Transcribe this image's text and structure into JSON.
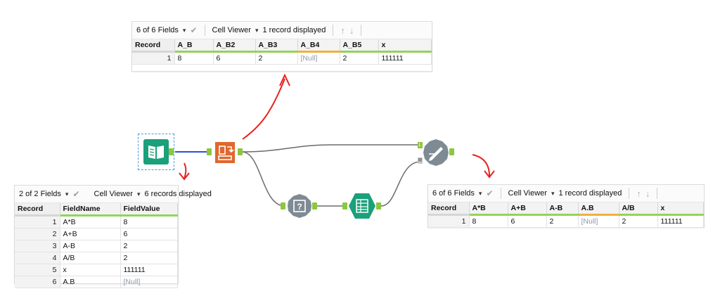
{
  "top_panel": {
    "fields_count": "6 of 6 Fields",
    "viewer_label": "Cell Viewer",
    "records_label": "1 record displayed",
    "columns": [
      "Record",
      "A_B",
      "A_B2",
      "A_B3",
      "A_B4",
      "A_B5",
      "x"
    ],
    "rows": [
      [
        "1",
        "8",
        "6",
        "2",
        "[Null]",
        "2",
        "111111"
      ]
    ]
  },
  "left_panel": {
    "fields_count": "2 of 2 Fields",
    "viewer_label": "Cell Viewer",
    "records_label": "6 records displayed",
    "columns": [
      "Record",
      "FieldName",
      "FieldValue"
    ],
    "rows": [
      [
        "1",
        "A*B",
        "8"
      ],
      [
        "2",
        "A+B",
        "6"
      ],
      [
        "3",
        "A-B",
        "2"
      ],
      [
        "4",
        "A/B",
        "2"
      ],
      [
        "5",
        "x",
        "111111"
      ],
      [
        "6",
        "A.B",
        "[Null]"
      ]
    ]
  },
  "right_panel": {
    "fields_count": "6 of 6 Fields",
    "viewer_label": "Cell Viewer",
    "records_label": "1 record displayed",
    "columns": [
      "Record",
      "A*B",
      "A+B",
      "A-B",
      "A.B",
      "A/B",
      "x"
    ],
    "rows": [
      [
        "1",
        "8",
        "6",
        "2",
        "[Null]",
        "2",
        "111111"
      ]
    ]
  },
  "workflow": {
    "tools": [
      {
        "name": "text-input-tool",
        "icon": "book-icon",
        "color": "#1aa07a"
      },
      {
        "name": "transpose-tool",
        "icon": "transpose-icon",
        "color": "#e0672d"
      },
      {
        "name": "formula-tool",
        "icon": "question-icon",
        "color": "#7f8b94"
      },
      {
        "name": "summarize-tool",
        "icon": "table-icon",
        "color": "#1aa07a"
      },
      {
        "name": "dynamic-rename-tool",
        "icon": "pencil-icon",
        "color": "#7f8b94"
      }
    ],
    "anchor_labels": {
      "left": "L",
      "right": "R"
    },
    "accent_colors": {
      "anchor": "#8dc63f",
      "annotation": "#e8231f",
      "null_text": "#8e9aad"
    }
  }
}
